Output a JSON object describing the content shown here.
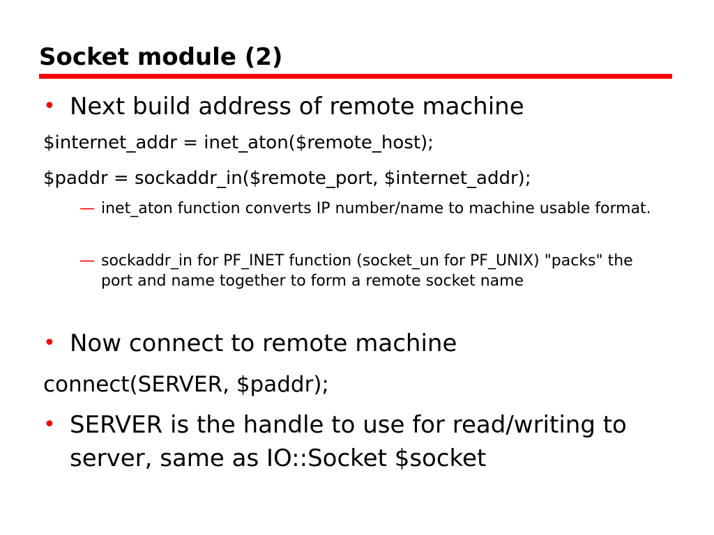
{
  "slide": {
    "title": "Socket module (2)",
    "items": [
      {
        "kind": "bullet",
        "marker": "•",
        "text": "Next build address of remote machine"
      },
      {
        "kind": "code",
        "text": "$internet_addr = inet_aton($remote_host);"
      },
      {
        "kind": "code",
        "text": "$paddr = sockaddr_in($remote_port, $internet_addr);"
      },
      {
        "kind": "sub",
        "marker": "—",
        "text": "inet_aton function converts IP number/name to machine usable format."
      },
      {
        "kind": "sub",
        "marker": "—",
        "text": "sockaddr_in for PF_INET function (socket_un for PF_UNIX) \"packs\" the port and name together to form a remote socket name"
      },
      {
        "kind": "bullet",
        "marker": "•",
        "text": "Now connect to remote machine"
      },
      {
        "kind": "code",
        "text": "connect(SERVER, $paddr);"
      },
      {
        "kind": "bullet",
        "marker": "•",
        "text": "SERVER is the handle to use for read/writing to server, same as IO::Socket $socket"
      }
    ]
  },
  "colors": {
    "accent": "#ff0000",
    "text": "#000000",
    "background": "#ffffff"
  }
}
